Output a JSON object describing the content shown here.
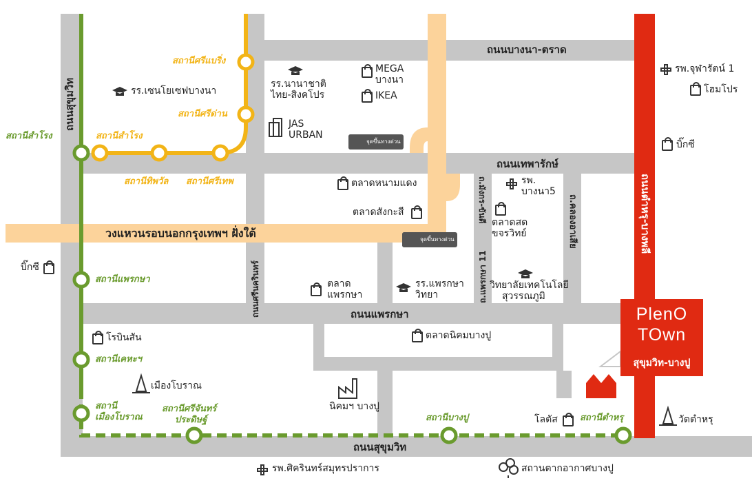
{
  "roads": {
    "bangna_trat": "ถนนบางนา-ตราด",
    "thepharak": "ถนนเทพารักษ์",
    "ring_road": "วงแหวนรอบนอกกรุงเทพฯ ฝั่งใต้",
    "phraeksa": "ถนนแพรกษา",
    "sukhumvit_bottom": "ถนนสุขุมวิท",
    "sukhumvit_left": "ถนนสุขุมวิท",
    "srinakarin": "ถนนศรีนครินทร์",
    "thamru_bangphli": "ถนนตำหรุ-บางพลี",
    "mangkorn": "ถ.มังกร-ขันดี",
    "phraeksa11": "ถ.แพรกษา 11",
    "khlong_sia": "ถ.คลองอาเสีย"
  },
  "stations_yellow": {
    "si_iam": "สถานีศรีแบริ่ง",
    "si_dan": "สถานีศรีด่าน",
    "samrong": "สถานีสำโรง",
    "thipphawan": "สถานีทิพวัล",
    "si_thep": "สถานีศรีเทพ"
  },
  "stations_green": {
    "samrong": "สถานีสำโรง",
    "phraeksa": "สถานีแพรกษา",
    "kheha": "สถานีเคหะฯ",
    "muang_boran_1": "สถานี",
    "muang_boran_2": "เมืองโบราณ",
    "srichan_1": "สถานีศรีจันทร์",
    "srichan_2": "ประดิษฐ์",
    "bangpu": "สถานีบางปู",
    "thamru": "สถานีตำหรุ"
  },
  "places": {
    "school_sanoi": "รร.เซนโยเซฟบางนา",
    "school_thai_sing_1": "รร.นานาชาติ",
    "school_thai_sing_2": "ไทย-สิงคโปร",
    "mega_1": "MEGA",
    "mega_2": "บางนา",
    "ikea": "IKEA",
    "jas_1": "JAS",
    "jas_2": "URBAN",
    "hosp_chularat": "รพ.จุฬารัตน์ 1",
    "homepro": "โฮมโปร",
    "bigc_right": "บิ๊กซี",
    "talad_nam_daeng": "ตลาดหนามแดง",
    "talad_sangkasi": "ตลาดสังกะสี",
    "hosp_bangna5_1": "รพ.",
    "hosp_bangna5_2": "บางนา5",
    "talad_kajorn_1": "ตลาดสด",
    "talad_kajorn_2": "ขจรวิทย์",
    "college_1": "วิทยาลัยเทคโนโลยี",
    "college_2": "สุวรรณภูมิ",
    "bigc_left": "บิ๊กซี",
    "talad_phraeksa_1": "ตลาด",
    "talad_phraeksa_2": "แพรกษา",
    "school_phraeksa_1": "รร.แพรกษา",
    "school_phraeksa_2": "วิทยา",
    "robinson": "โรบินสัน",
    "talad_nikhom": "ตลาดนิคมบางปู",
    "muang_boran": "เมืองโบราณ",
    "nikhom_bangpu": "นิคมฯ บางปู",
    "lotus": "โลตัส",
    "wat_thamru": "วัดตำหรุ",
    "hosp_sikarin": "รพ.ศิครินทร์สมุทรปราการ",
    "bangpu_resort": "สถานตากอากาศบางปู"
  },
  "expressway_label": "จุดขึ้นทางด่วน",
  "brand": {
    "logo_line1": "PlenO",
    "logo_line2": "TOwn",
    "tagline": "สุขุมวิท-บางปู"
  },
  "colors": {
    "road": "#c4c4c4",
    "ring": "#fcd39b",
    "yellow_line": "#f2b417",
    "green_line": "#6a9b2e",
    "red_road": "#e02a12"
  }
}
